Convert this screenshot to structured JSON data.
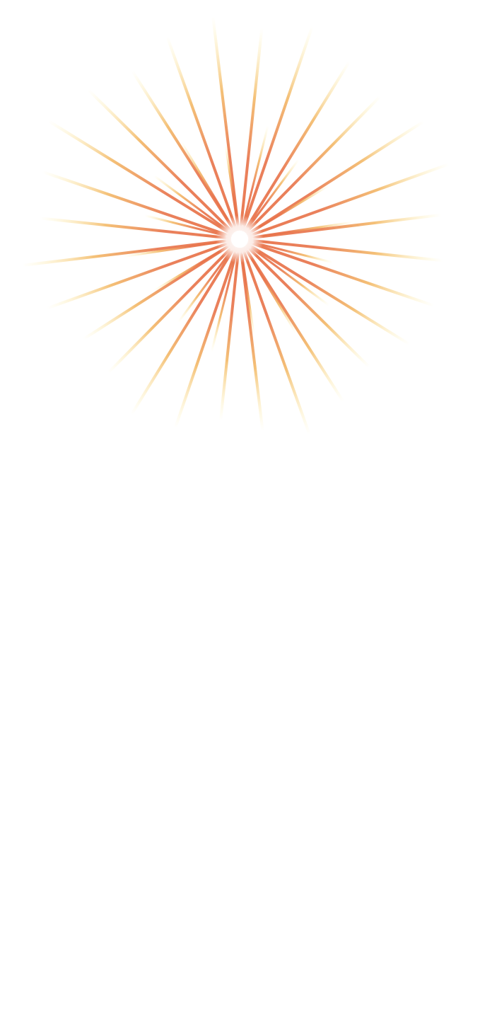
{
  "scene": {
    "subject": "firework-burst",
    "background_color": "#ffffff",
    "colors": {
      "core": "#e8734a",
      "mid": "#f2b55f",
      "tip": "#fff3a0",
      "center_glow": "#ffffff"
    },
    "burst": {
      "long_ray_count": 28,
      "short_ray_count": 16
    }
  }
}
